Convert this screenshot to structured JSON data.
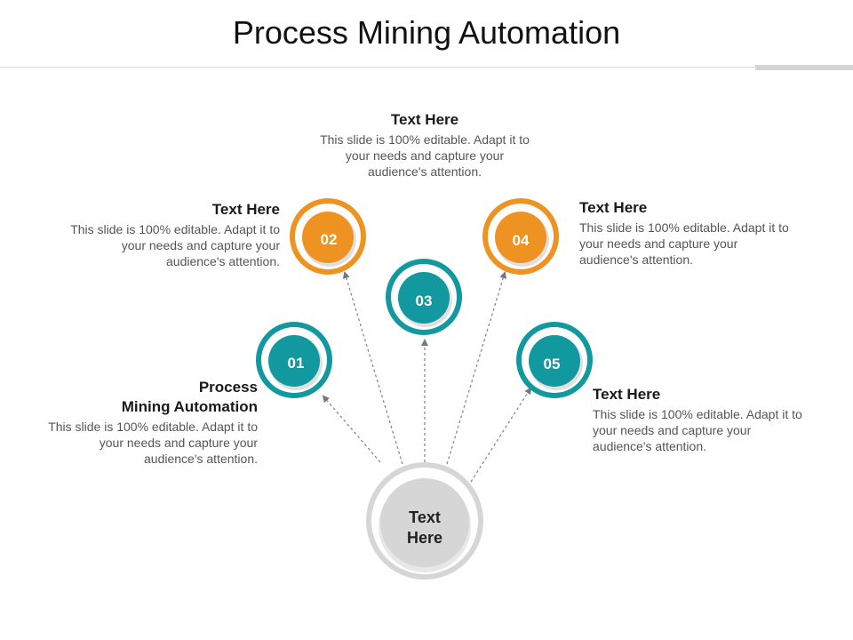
{
  "title": "Process Mining Automation",
  "colors": {
    "teal": "#12989f",
    "orange": "#ee9321",
    "gray": "#d6d6d6"
  },
  "center": {
    "line1": "Text",
    "line2": "Here"
  },
  "nodes": [
    {
      "label": "01",
      "color": "teal"
    },
    {
      "label": "02",
      "color": "orange"
    },
    {
      "label": "03",
      "color": "teal"
    },
    {
      "label": "04",
      "color": "orange"
    },
    {
      "label": "05",
      "color": "teal"
    }
  ],
  "blocks": {
    "top": {
      "heading": "Text Here",
      "body": "This slide is 100% editable. Adapt it to your needs and capture your audience's attention."
    },
    "upper_left": {
      "heading": "Text Here",
      "body": "This slide is 100% editable. Adapt it to your needs and capture your audience's attention."
    },
    "upper_right": {
      "heading": "Text Here",
      "body": "This slide is 100% editable. Adapt it to your needs and capture your audience's attention."
    },
    "lower_left": {
      "heading_line1": "Process",
      "heading_line2": "Mining Automation",
      "body": "This slide is 100% editable. Adapt it to your needs and capture your audience's attention."
    },
    "lower_right": {
      "heading": "Text Here",
      "body": "This slide is 100% editable. Adapt it to your needs and capture your audience's attention."
    }
  }
}
